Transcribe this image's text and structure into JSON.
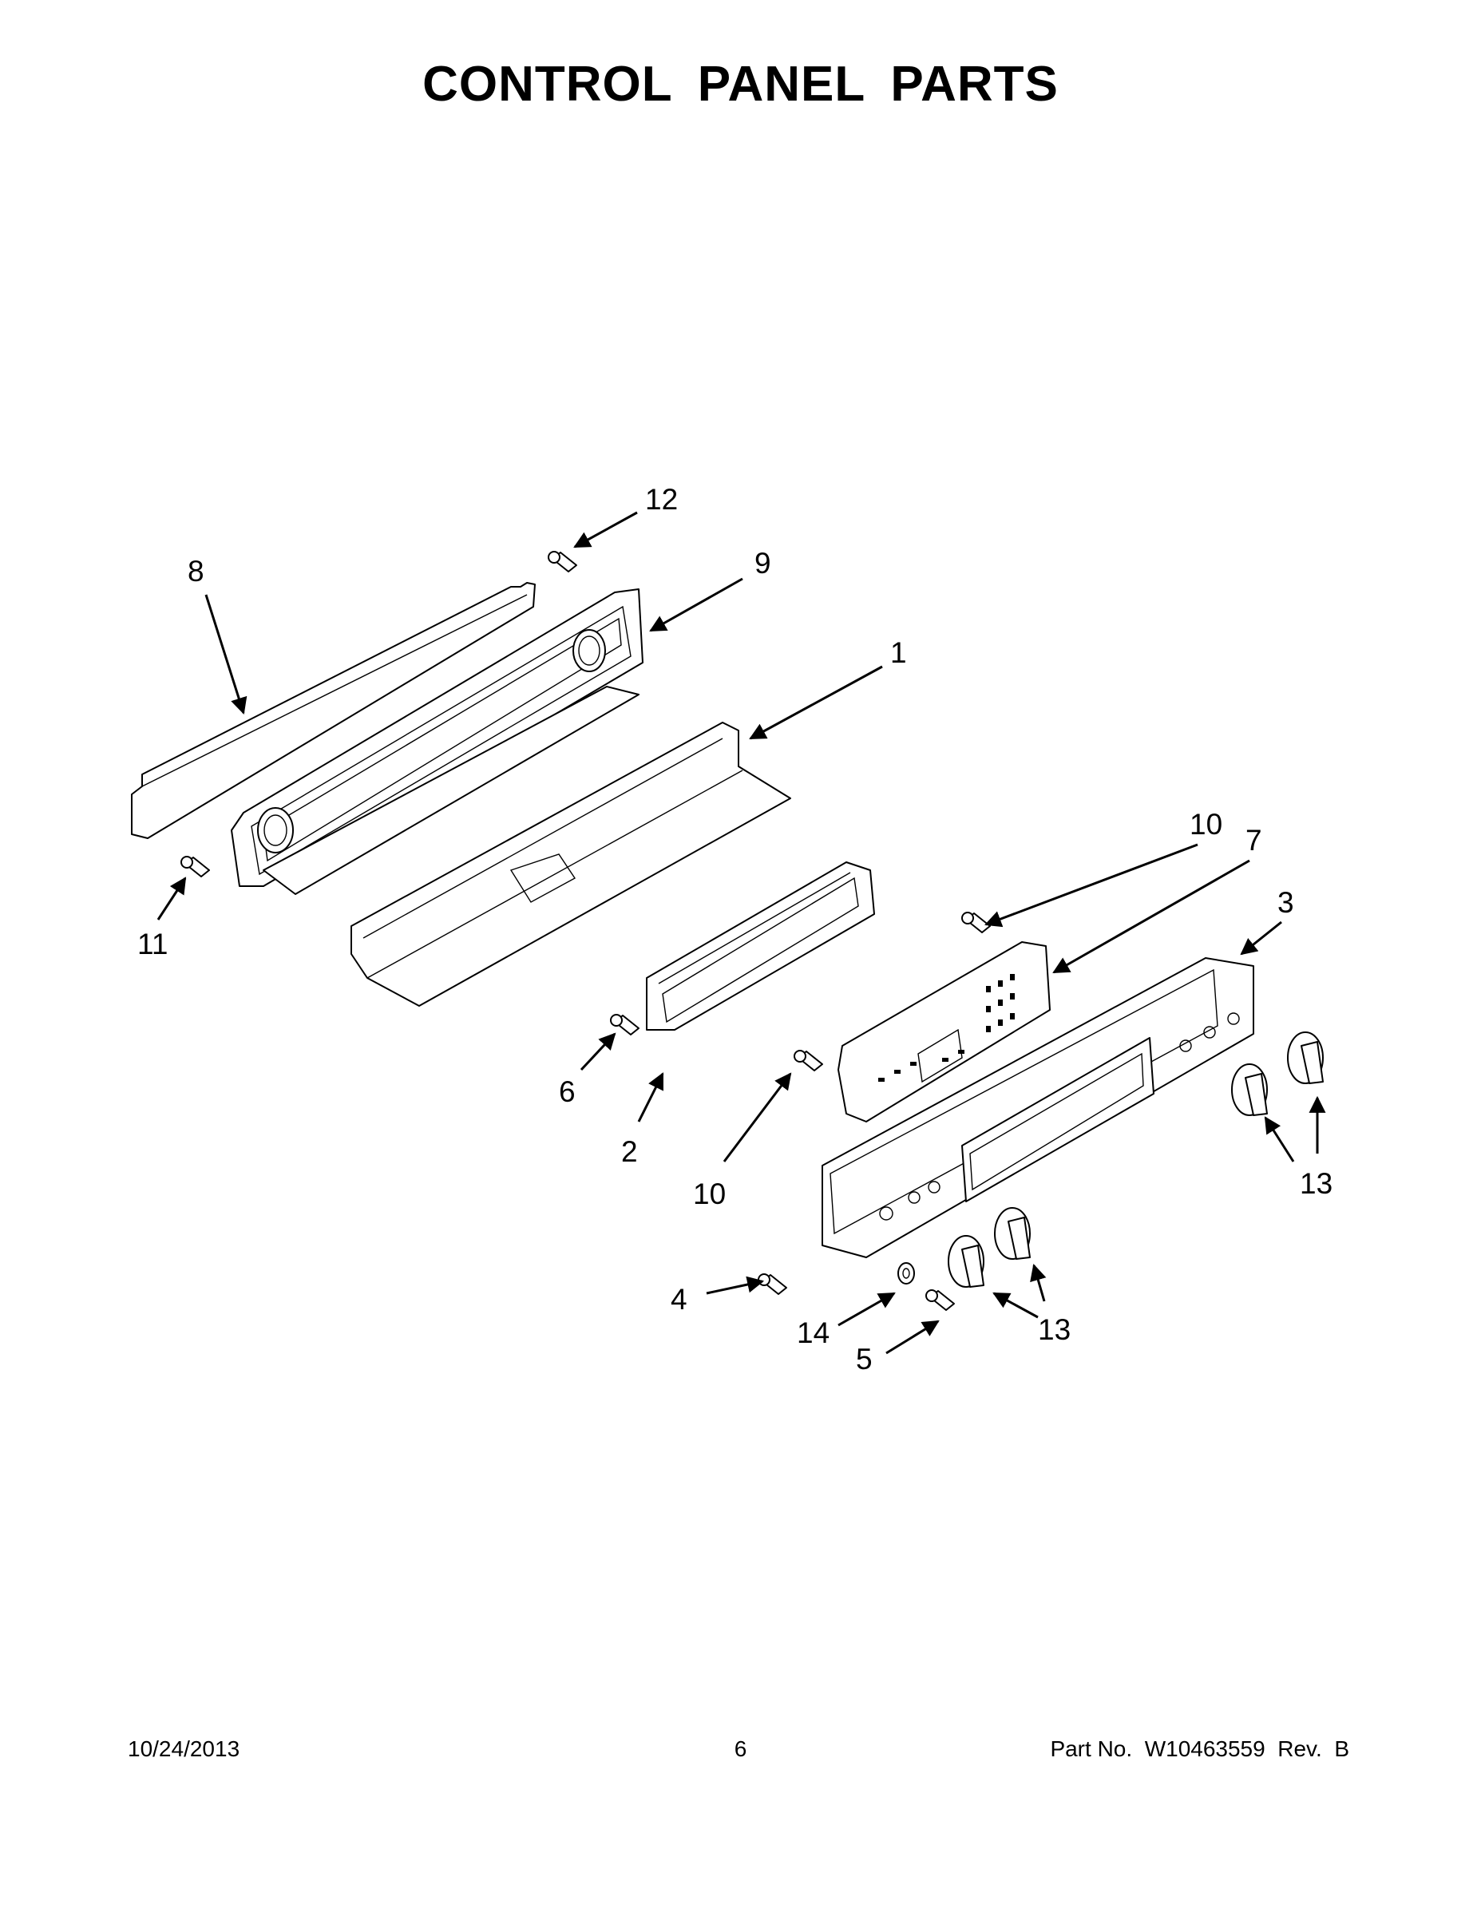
{
  "page": {
    "title": "CONTROL PANEL PARTS",
    "date": "10/24/2013",
    "page_number": "6",
    "part_number": "Part No.  W10463559  Rev.  B"
  },
  "callouts": {
    "c1": "1",
    "c2": "2",
    "c3": "3",
    "c4": "4",
    "c5": "5",
    "c6": "6",
    "c7": "7",
    "c8": "8",
    "c9": "9",
    "c10a": "10",
    "c10b": "10",
    "c11": "11",
    "c12": "12",
    "c13a": "13",
    "c13b": "13",
    "c14": "14"
  }
}
